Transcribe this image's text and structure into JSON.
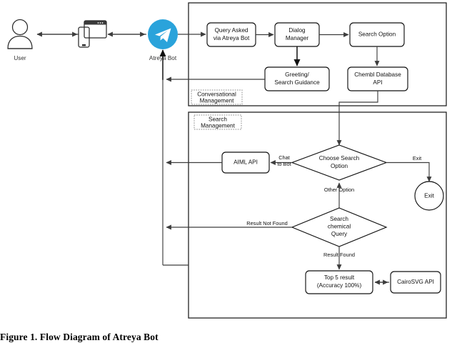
{
  "figure": {
    "caption": "Figure 1. Flow Diagram of Atreya Bot",
    "title": "Flow Diagram of Atreya Bot"
  },
  "colors": {
    "telegram_blue": "#2AA3DB",
    "node_stroke": "#111111",
    "line": "#3d3d3d",
    "container_stroke": "#222222",
    "group_label_stroke": "#8a8a8a",
    "background": "#ffffff"
  },
  "actors": [
    {
      "id": "user",
      "label": "User",
      "icon": "user-icon"
    },
    {
      "id": "device",
      "label": "",
      "icon": "phone-monitor-icon"
    },
    {
      "id": "atreya_bot",
      "label": "Atreya Bot",
      "icon": "telegram-icon"
    }
  ],
  "groups": [
    {
      "id": "conversational_management",
      "label_line1": "Conversational",
      "label_line2": "Management"
    },
    {
      "id": "search_management",
      "label_line1": "Search",
      "label_line2": "Management"
    }
  ],
  "nodes": [
    {
      "id": "query_asked",
      "line1": "Query Asked",
      "line2": "via Atreya Bot",
      "shape": "box"
    },
    {
      "id": "dialog_manager",
      "line1": "Dialog",
      "line2": "Manager",
      "shape": "box"
    },
    {
      "id": "search_option",
      "line1": "Search Option",
      "line2": "",
      "shape": "box"
    },
    {
      "id": "greeting_guidance",
      "line1": "Greeting/",
      "line2": "Search Guidance",
      "shape": "box"
    },
    {
      "id": "chembl_api",
      "line1": "Chembl Database",
      "line2": "API",
      "shape": "box"
    },
    {
      "id": "aiml_api",
      "line1": "AIML API",
      "line2": "",
      "shape": "box"
    },
    {
      "id": "choose_search_option",
      "line1": "Choose Search",
      "line2": "Option",
      "shape": "diamond"
    },
    {
      "id": "search_chemical_query",
      "line1": "Search",
      "line2": "chemical",
      "line3": "Query",
      "shape": "diamond"
    },
    {
      "id": "exit",
      "line1": "Exit",
      "line2": "",
      "shape": "circle"
    },
    {
      "id": "top5_result",
      "line1": "Top 5 result",
      "line2": "(Accuracy 100%)",
      "shape": "box"
    },
    {
      "id": "cairosvg_api",
      "line1": "CairoSVG API",
      "line2": "",
      "shape": "box"
    }
  ],
  "edge_labels": [
    {
      "id": "chat_to_bot",
      "line1": "Chat",
      "line2": "to Bot"
    },
    {
      "id": "exit_branch",
      "line1": "Exit",
      "line2": ""
    },
    {
      "id": "other_option",
      "line1": "Other Option",
      "line2": ""
    },
    {
      "id": "result_not_found",
      "line1": "Result Not Found",
      "line2": ""
    },
    {
      "id": "result_found",
      "line1": "Result Found",
      "line2": ""
    }
  ]
}
